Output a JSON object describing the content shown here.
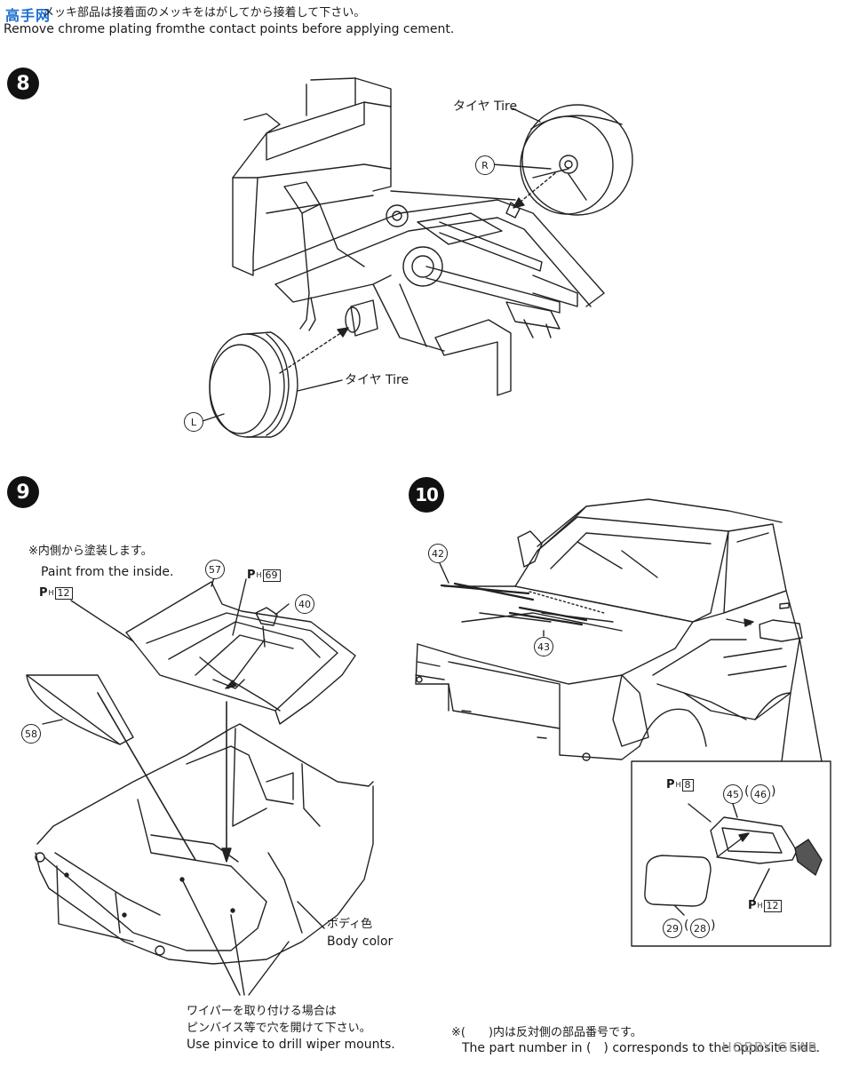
{
  "header": {
    "logo": "高手网",
    "note_jp": "メッキ部品は接着面のメッキをはがしてから接着して下さい。",
    "note_en": "Remove chrome plating fromthe contact points before applying cement."
  },
  "step8": {
    "number": "8",
    "tire_top_label": "タイヤ Tire",
    "tire_bottom_label": "タイヤ Tire",
    "right_marker": "R",
    "left_marker": "L"
  },
  "step9": {
    "number": "9",
    "paint_note_jp": "※内側から塗装します。",
    "paint_note_en": "Paint from the inside.",
    "part_57": "57",
    "part_40": "40",
    "part_58": "58",
    "ph_12_label": "12",
    "ph_69_label": "69",
    "body_color_jp": "ボディ色",
    "body_color_en": "Body color",
    "wiper_note_jp1": "ワイパーを取り付ける場合は",
    "wiper_note_jp2": "ピンバイス等で穴を開けて下さい。",
    "wiper_note_en": "Use pinvice to drill wiper mounts."
  },
  "step10": {
    "number": "10",
    "part_42": "42",
    "part_43": "43",
    "part_45": "45",
    "part_46": "46",
    "part_29": "29",
    "part_28": "28",
    "ph_8_label": "8",
    "ph_12_label": "12"
  },
  "footer": {
    "note_jp": "※(　　)内は反対側の部品番号です。",
    "note_en": "The part number in (　) corresponds to the opposite side.",
    "watermark": "HOBBY GEAR"
  }
}
